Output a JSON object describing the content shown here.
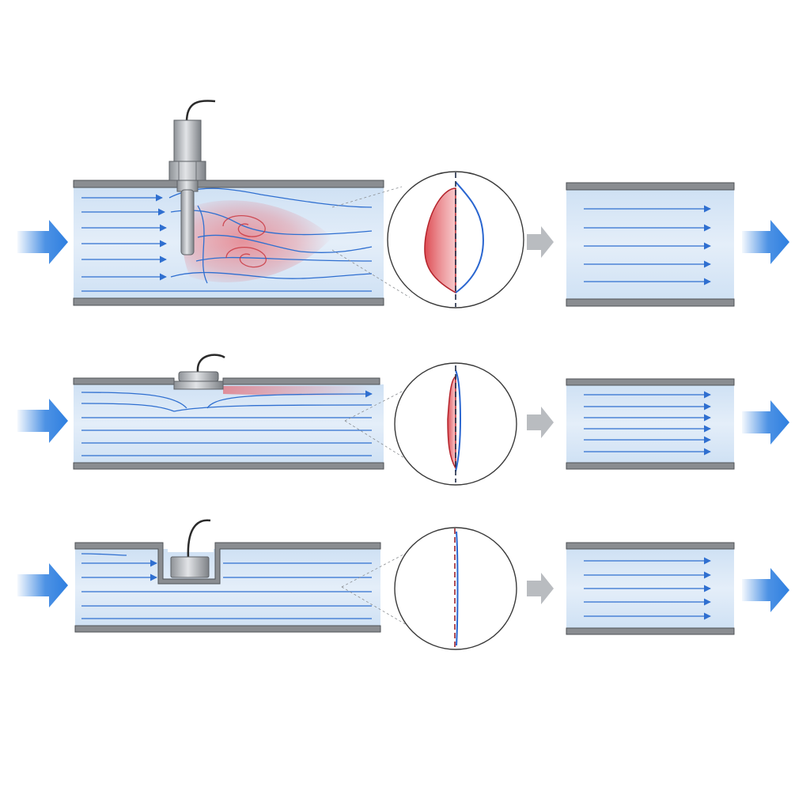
{
  "diagram": {
    "panels": [
      {
        "id": "protruding-probe",
        "sensor": "protruding",
        "turbulence": "high",
        "profile": "distorted"
      },
      {
        "id": "surface-mount-sensor",
        "sensor": "surface",
        "turbulence": "low",
        "profile": "slight"
      },
      {
        "id": "recessed-sensor",
        "sensor": "recessed",
        "turbulence": "none",
        "profile": "flat"
      }
    ],
    "colors": {
      "water": "#d6e6f6",
      "water_edge": "#eef5fc",
      "wall": "#8a8d91",
      "wall_dark": "#4f5256",
      "streamline": "#2f6fd0",
      "turbulence": "#e8474f",
      "profile_red": "#d9363e",
      "profile_blue": "#2a66d0",
      "inlet_arrow": "#2e7fe0",
      "transition_arrow": "#b9bcc0",
      "metal": "#b7bbc0",
      "cable": "#2a2a2a"
    }
  }
}
